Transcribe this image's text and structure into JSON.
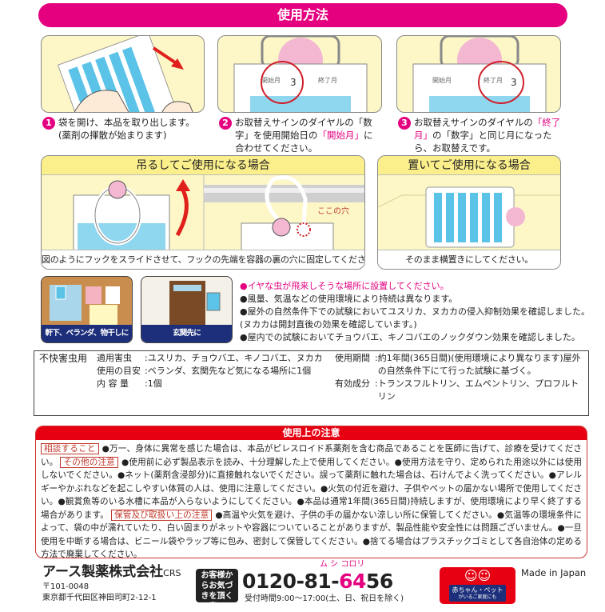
{
  "header": {
    "title": "使用方法"
  },
  "steps": [
    {
      "num": "1",
      "text_a": "袋を開け、本品を取り出します。",
      "text_b": "(薬剤の揮散が始まります)",
      "highlight": "",
      "text_c": ""
    },
    {
      "num": "2",
      "text_a": "お取替えサインのダイヤルの「数字」を使用開始日の",
      "highlight": "「開始月」",
      "text_c": "に合わせてください。"
    },
    {
      "num": "3",
      "text_a": "お取替えサインのダイヤルの",
      "highlight": "「終了月」",
      "text_c": "の「数字」と同じ月になったら、お取替えです。"
    }
  ],
  "illustrations": {
    "dial_start": "開始月",
    "dial_end": "終了月",
    "dial_number": "3"
  },
  "hanging": {
    "title": "吊るしてご使用になる場合",
    "hole_label": "ここの穴",
    "caption": "図のようにフックをスライドさせて、フックの先端を容器の裏の穴に固定してください。"
  },
  "placing": {
    "title": "置いてご使用になる場合",
    "caption": "そのまま横置きにしてください。"
  },
  "photos": [
    {
      "label": "軒下、ベランダ、物干しに"
    },
    {
      "label": "玄関先に"
    }
  ],
  "bullets": {
    "highlight": "●イヤな虫が飛来しそうな場所に設置してください。",
    "items": [
      "●風量、気温などの使用環境により持続は異なります。",
      "●屋外の自然条件下での試験においてユスリカ、ヌカカの侵入抑制効果を確認しました。(ヌカカは開封直後の効果を確認しています。)",
      "●屋内での試験においてチョウバエ、キノコバエのノックダウン効果を確認しました。"
    ]
  },
  "spec": {
    "category": "不快害虫用",
    "rows_left": [
      {
        "label": "適用害虫",
        "value": "ユスリカ、チョウバエ、キノコバエ、ヌカカ"
      },
      {
        "label": "使用の目安",
        "value": "ベランダ、玄関先など気になる場所に1個"
      },
      {
        "label": "内 容 量",
        "value": "1個"
      }
    ],
    "rows_right": [
      {
        "label": "使用期間",
        "value": "約1年間(365日間)(使用環境により異なります)屋外の自然条件下にて行った試験に基づく。"
      },
      {
        "label": "有効成分",
        "value": "トランスフルトリン、エムペントリン、プロフルトリン"
      }
    ]
  },
  "caution": {
    "title": "使用上の注意",
    "tag1": "相談すること",
    "text1": "●万一、身体に異常を感じた場合は、本品がピレスロイド系薬剤を含む商品であることを医師に告げて、診療を受けてください。",
    "tag2": "その他の注意",
    "text2": "●使用前に必ず製品表示を読み、十分理解した上で使用してください。●使用方法を守り、定められた用途以外には使用しないでください。●ネット(薬剤含浸部分)に直接触れないでください。誤って薬剤に触れた場合は、石けんでよく洗ってください。●アレルギーやかぶれなどを起こしやすい体質の人は、使用に注意してください。●火気の付近を避け、子供やペットの届かない場所で使用してください。●観賞魚等のいる水槽に本品が入らないようにしてください。●本品は通常1年間(365日間)持続しますが、使用環境により早く終了する場合があります。",
    "tag3": "保管及び取扱い上の注意",
    "text3": "●高温や火気を避け、子供の手の届かない涼しい所に保管してください。●気温等の環境条件によって、袋の中が濡れていたり、白い固まりがネットや容器についていることがありますが、製品性能や安全性には問題ございません。●一旦使用を中断する場合は、ビニール袋やラップ等に包み、密封して保管してください。●捨てる場合はプラスチックゴミとして各自治体の定める方法で廃棄してください。"
  },
  "footer": {
    "company": "アース製薬株式会社",
    "company_suffix": "CRS",
    "postal": "〒101-0048",
    "address": "東京都千代田区神田司町2-12-1",
    "contact_badge": "お客様からお気づきを頂く窓口",
    "phone_ruby": "ム シ コロリ",
    "phone_a": "0120-81-",
    "phone_b": "64",
    "phone_c": "56",
    "hours": "受付時間9:00～17:00(土、日、祝日を除く)",
    "safety_badge": "赤ちゃん・ペット",
    "safety_sub": "がいるご家庭にも",
    "made_in": "Made in Japan"
  },
  "colors": {
    "accent": "#e4007f",
    "caution_red": "#e60012",
    "panel_yellow": "#fdf7c8",
    "navy": "#1d2f7a",
    "net_blue": "#5bc3e8"
  }
}
